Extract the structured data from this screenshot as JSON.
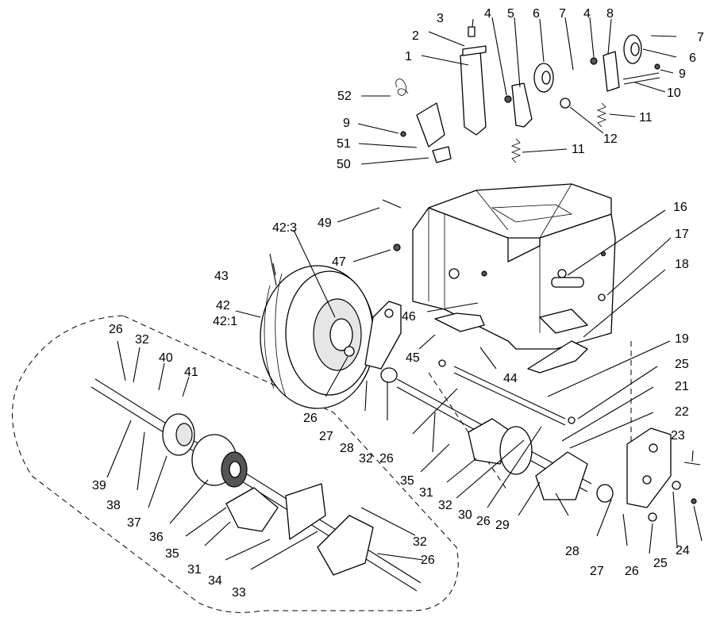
{
  "diagram": {
    "callouts": {
      "c1": "1",
      "c2": "2",
      "c3": "3",
      "c4a": "4",
      "c4b": "4",
      "c5": "5",
      "c6a": "6",
      "c6b": "6",
      "c7a": "7",
      "c7b": "7",
      "c8": "8",
      "c9a": "9",
      "c9b": "9",
      "c10": "10",
      "c11a": "11",
      "c11b": "11",
      "c12": "12",
      "c16": "16",
      "c17": "17",
      "c18": "18",
      "c19": "19",
      "c21": "21",
      "c22": "22",
      "c23": "23",
      "c24": "24",
      "c25a": "25",
      "c25b": "25",
      "c26a": "26",
      "c26b": "26",
      "c26c": "26",
      "c26d": "26",
      "c26e": "26",
      "c26f": "26",
      "c27a": "27",
      "c27b": "27",
      "c28a": "28",
      "c28b": "28",
      "c29": "29",
      "c30": "30",
      "c31a": "31",
      "c31b": "31",
      "c32a": "32",
      "c32b": "32",
      "c32c": "32",
      "c32d": "32",
      "c33": "33",
      "c34": "34",
      "c35a": "35",
      "c35b": "35",
      "c36": "36",
      "c37": "37",
      "c38": "38",
      "c39": "39",
      "c40": "40",
      "c41": "41",
      "c42": "42",
      "c42_1": "42:1",
      "c42_3": "42:3",
      "c43": "43",
      "c44": "44",
      "c45": "45",
      "c46": "46",
      "c47": "47",
      "c49": "49",
      "c50": "50",
      "c51": "51",
      "c52": "52"
    }
  }
}
